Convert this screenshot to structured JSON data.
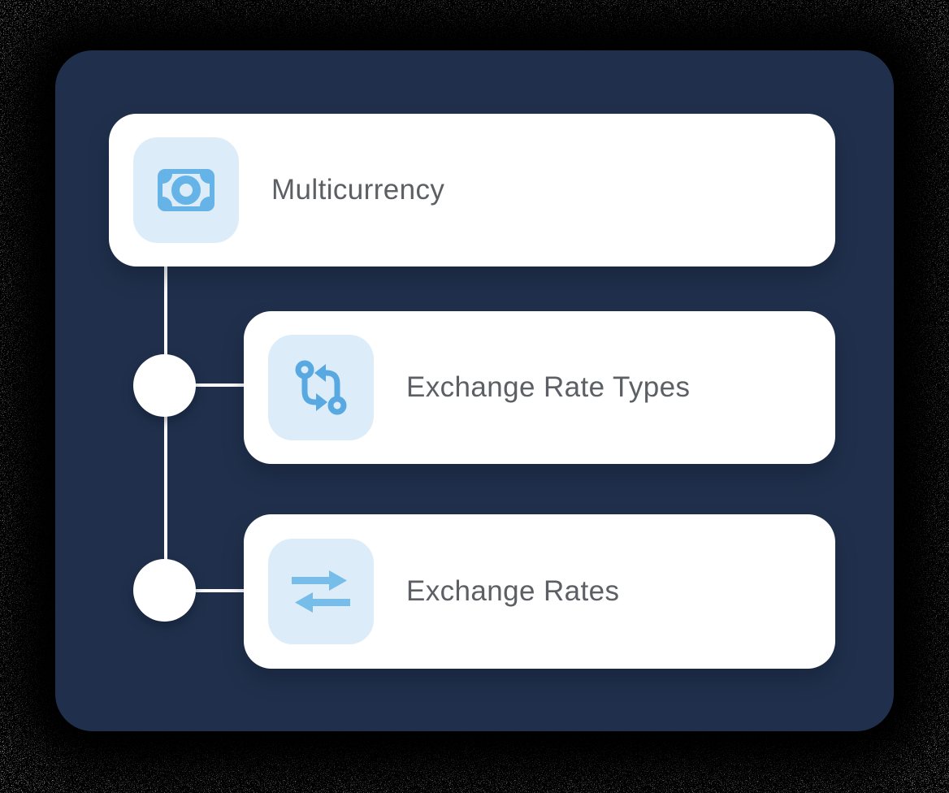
{
  "diagram": {
    "nodes": [
      {
        "id": "multicurrency",
        "label": "Multicurrency",
        "icon": "money-bill-icon"
      },
      {
        "id": "exchange-rate-types",
        "label": "Exchange Rate Types",
        "icon": "swap-calls-icon"
      },
      {
        "id": "exchange-rates",
        "label": "Exchange Rates",
        "icon": "swap-horizontal-icon"
      }
    ],
    "edges": [
      {
        "from": "multicurrency",
        "to": "exchange-rate-types"
      },
      {
        "from": "multicurrency",
        "to": "exchange-rates"
      }
    ],
    "colors": {
      "page_background": "#000000",
      "panel_navy": "#20304c",
      "card_white": "#ffffff",
      "icon_tile_blue": "#dcedf9",
      "icon_blue_money": "#66b4e7",
      "icon_blue_swap_calls": "#58a9e1",
      "icon_blue_swap_horizontal": "#76bde9",
      "label_gray": "#5c6064",
      "connector_white": "#ffffff"
    }
  }
}
